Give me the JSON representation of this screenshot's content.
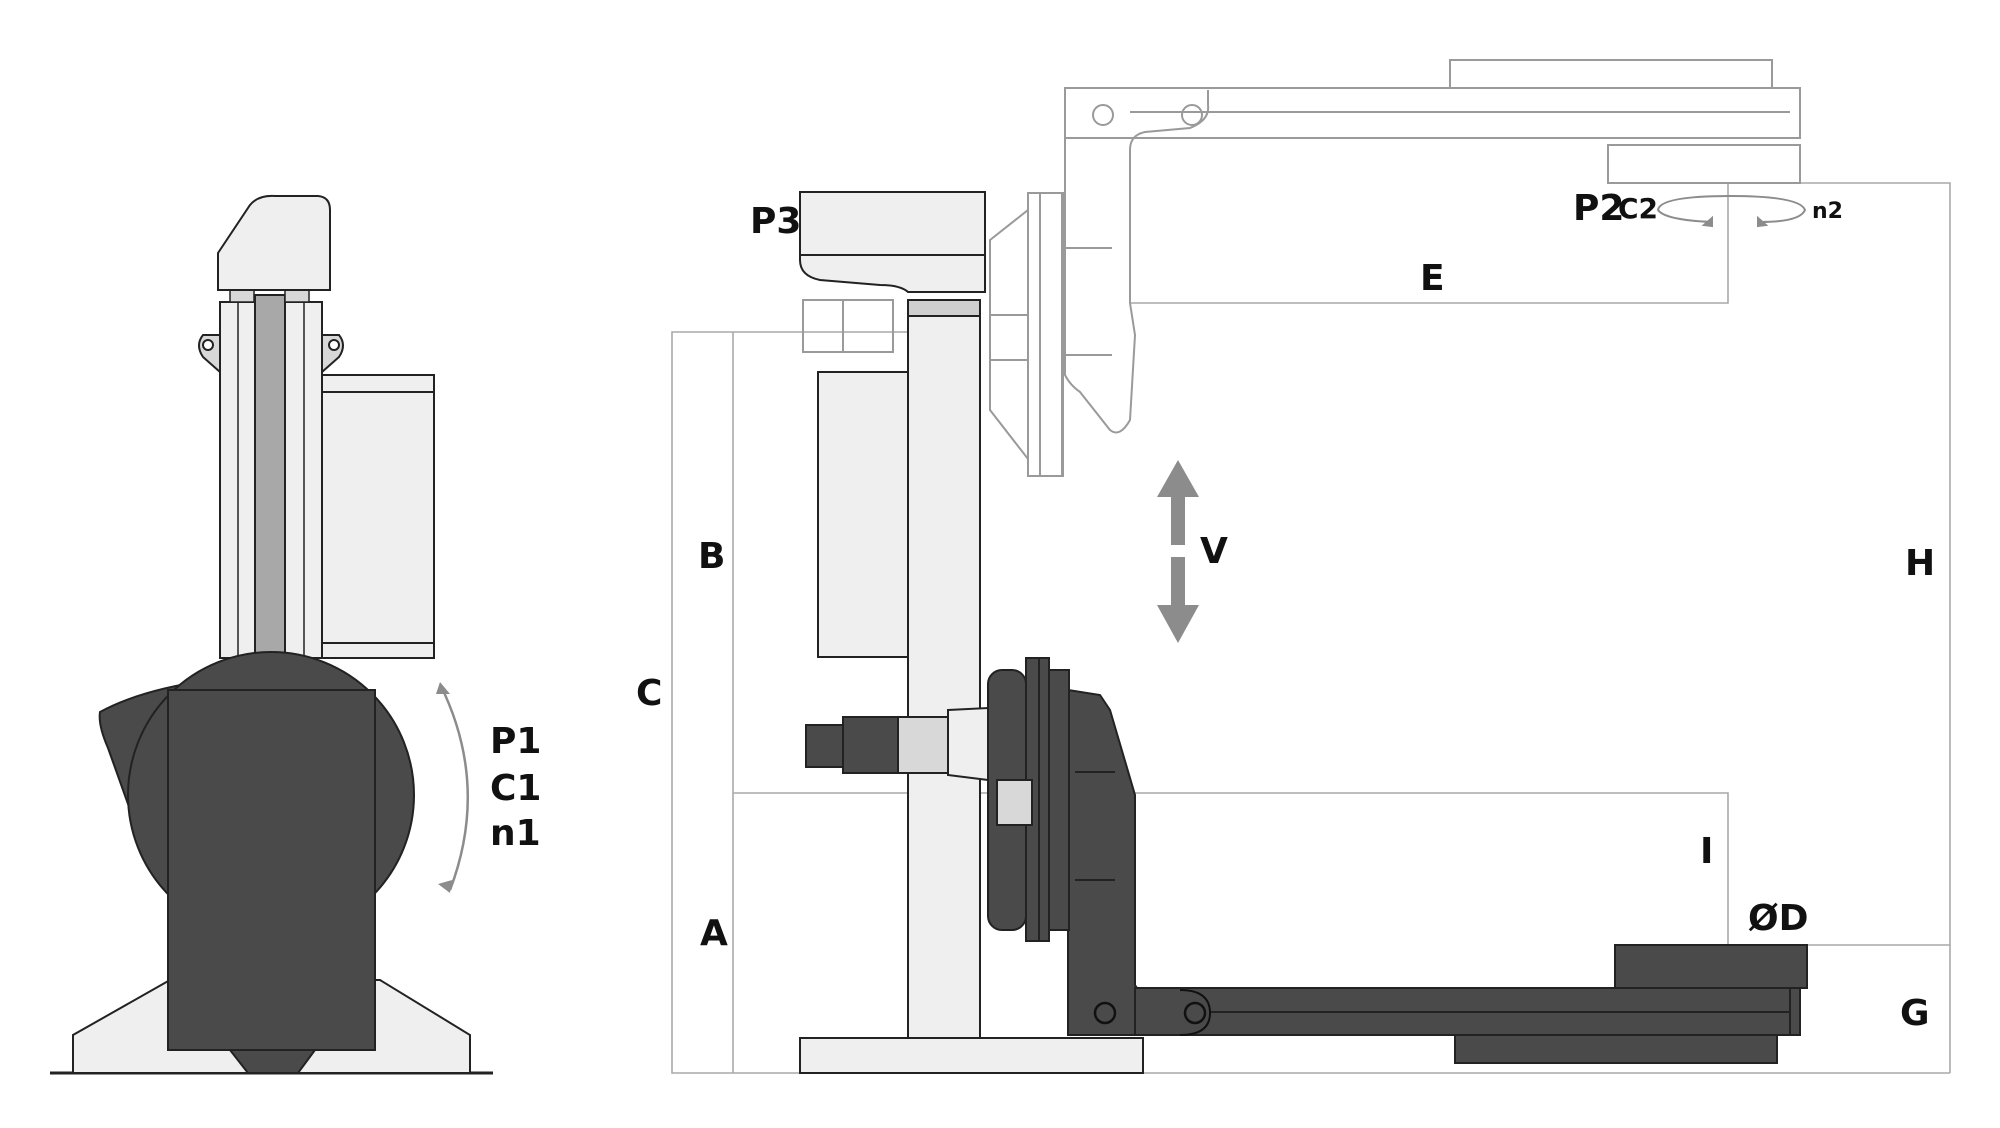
{
  "colors": {
    "dark_part": "#4a4a4a",
    "light_part": "#efefef",
    "mid_part": "#cfcfcf",
    "column_core": "#a8a8a8",
    "outline": "#222222",
    "ghost_outline": "#9a9a9a",
    "dimension_line": "#a9a9a9",
    "arrow": "#8c8c8c"
  },
  "icons": {
    "vertical_travel": "double-arrow-vertical-icon",
    "rotation_p1": "curved-double-arrow-icon",
    "rotation_p2": "circular-rotation-arrows-icon"
  },
  "labels": {
    "p1": "P1",
    "c1": "C1",
    "n1": "n1",
    "p2": "P2",
    "c2": "C2",
    "n2": "n2",
    "p3": "P3",
    "a": "A",
    "b": "B",
    "c": "C",
    "e": "E",
    "g": "G",
    "h": "H",
    "i": "I",
    "v": "V",
    "od": "ØD"
  }
}
